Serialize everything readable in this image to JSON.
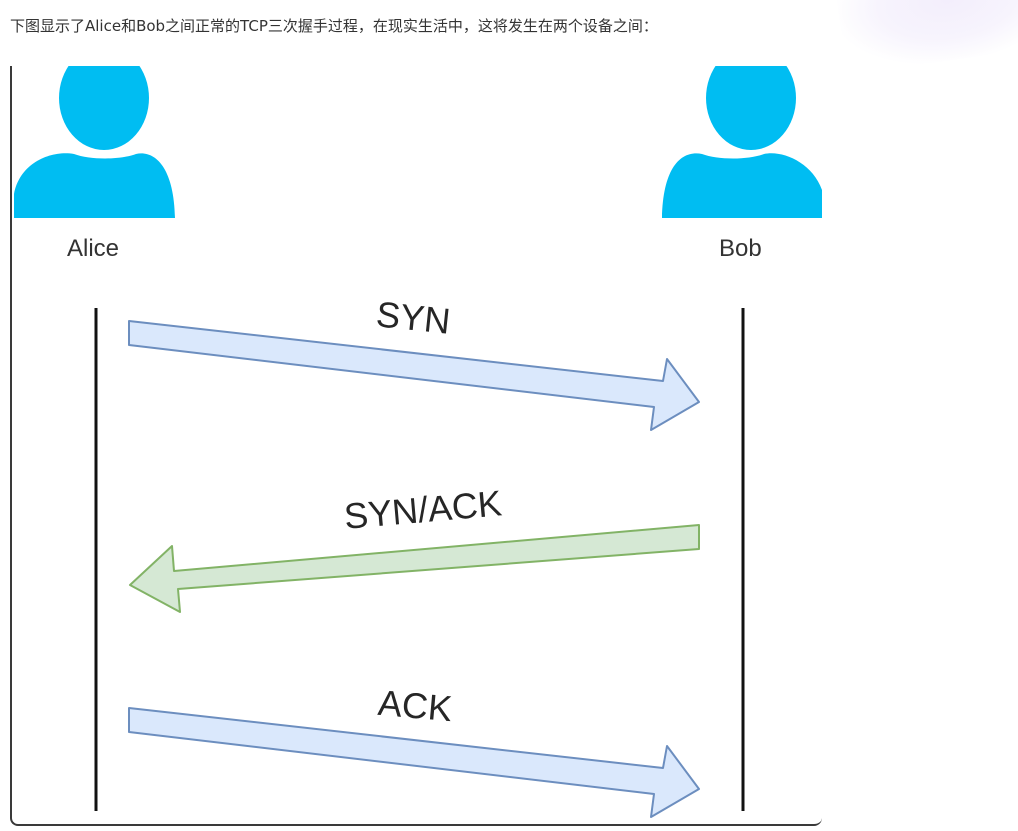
{
  "intro_text": "下图显示了Alice和Bob之间正常的TCP三次握手过程，在现实生活中，这将发生在两个设备之间：",
  "diagram": {
    "participants": {
      "left": {
        "name": "Alice",
        "icon": "person-icon",
        "color": "#00bdf2"
      },
      "right": {
        "name": "Bob",
        "icon": "person-icon",
        "color": "#00bdf2"
      }
    },
    "messages": [
      {
        "label": "SYN",
        "direction": "Alice → Bob",
        "fill": "#dae8fc",
        "stroke": "#6c8ebf"
      },
      {
        "label": "SYN/ACK",
        "direction": "Bob → Alice",
        "fill": "#d5e8d4",
        "stroke": "#82b366"
      },
      {
        "label": "ACK",
        "direction": "Alice → Bob",
        "fill": "#dae8fc",
        "stroke": "#6c8ebf"
      }
    ]
  }
}
